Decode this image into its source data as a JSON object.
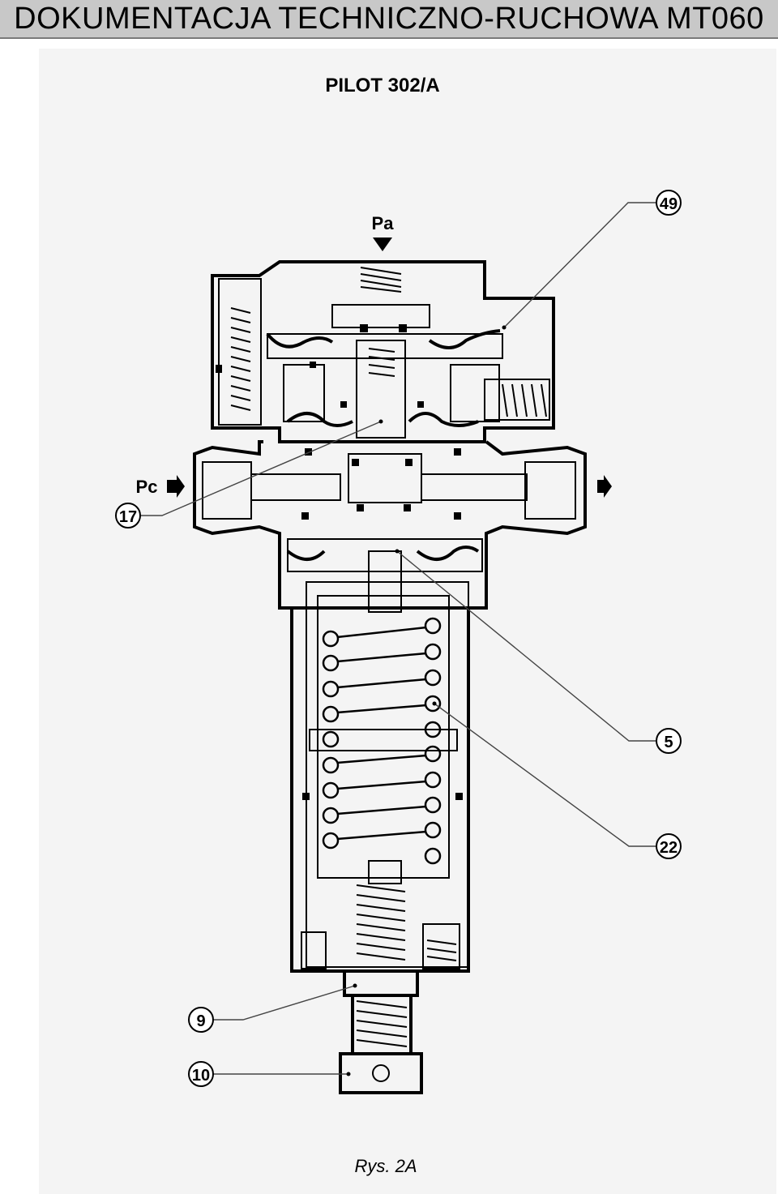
{
  "header": {
    "title": "DOKUMENTACJA TECHNICZNO-RUCHOWA MT060"
  },
  "figure": {
    "title": "PILOT 302/A",
    "caption": "Rys. 2A",
    "port_top": "Pa",
    "port_left": "Pc",
    "callouts": [
      "49",
      "17",
      "5",
      "22",
      "9",
      "10"
    ]
  }
}
